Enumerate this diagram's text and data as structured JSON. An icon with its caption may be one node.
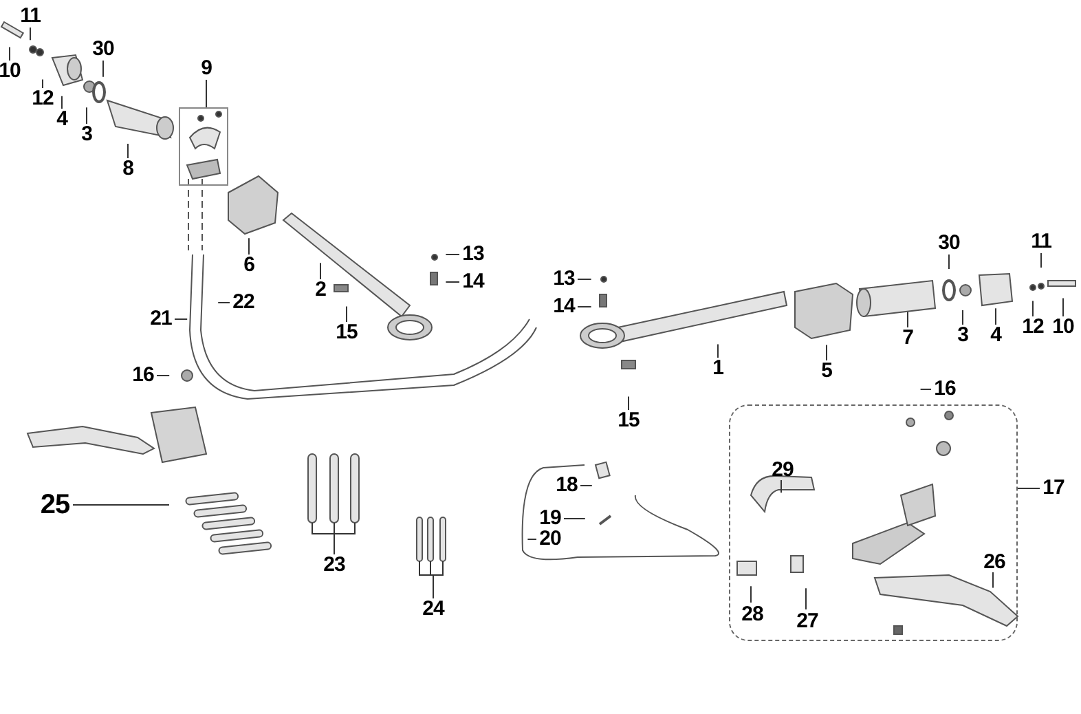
{
  "diagram": {
    "nodes": [
      {
        "text": [
          "11"
        ]
      },
      {
        "text": [
          "10"
        ]
      },
      {
        "text": [
          "30"
        ]
      },
      {
        "text": [
          "9"
        ]
      },
      {
        "text": [],
        "shape": "box"
      },
      {
        "text": [
          "12"
        ]
      },
      {
        "text": [
          "4"
        ]
      },
      {
        "text": [
          "3"
        ]
      },
      {
        "text": [
          "8"
        ]
      },
      {
        "text": [
          "30"
        ]
      },
      {
        "text": [
          "11"
        ]
      },
      {
        "text": [
          "13"
        ]
      },
      {
        "text": [
          "6"
        ]
      },
      {
        "text": [
          "13"
        ]
      },
      {
        "text": [
          "14"
        ]
      },
      {
        "text": [
          "2"
        ]
      },
      {
        "text": [
          "22"
        ]
      },
      {
        "text": [
          "14"
        ]
      },
      {
        "text": [
          "21"
        ]
      },
      {
        "text": [
          "12"
        ]
      },
      {
        "text": [
          "10"
        ]
      },
      {
        "text": [
          "15"
        ]
      },
      {
        "text": [
          "3"
        ]
      },
      {
        "text": [
          "4"
        ]
      },
      {
        "text": [
          "7"
        ]
      },
      {
        "text": [
          "1"
        ]
      },
      {
        "text": [
          "5"
        ]
      },
      {
        "text": [
          "16"
        ]
      },
      {
        "text": [
          "16"
        ]
      },
      {
        "text": [],
        "shape": "box"
      },
      {
        "text": [
          "15"
        ]
      },
      {
        "text": [
          "29"
        ],
        "in": 29
      },
      {
        "text": [
          "17"
        ]
      },
      {
        "text": [
          "18"
        ]
      },
      {
        "text": [
          "25"
        ]
      },
      {
        "text": [
          "19"
        ]
      },
      {
        "text": [
          "20"
        ]
      },
      {
        "text": [
          "23"
        ]
      },
      {
        "text": [
          "26"
        ],
        "in": 29
      },
      {
        "text": [
          "24"
        ]
      },
      {
        "text": [
          "28"
        ],
        "in": 29
      },
      {
        "text": [
          "27"
        ],
        "in": 29
      }
    ],
    "edges": [
      {
        "from": 0,
        "to": null,
        "arrow": "none"
      },
      {
        "from": 1,
        "to": null,
        "arrow": "none"
      },
      {
        "from": 2,
        "to": null,
        "arrow": "none"
      },
      {
        "from": 3,
        "to": 4,
        "arrow": "none"
      },
      {
        "from": 5,
        "to": null,
        "arrow": "none"
      },
      {
        "from": 6,
        "to": null,
        "arrow": "none"
      },
      {
        "from": 7,
        "to": null,
        "arrow": "none"
      },
      {
        "from": 8,
        "to": null,
        "arrow": "none"
      },
      {
        "from": 9,
        "to": null,
        "arrow": "none"
      },
      {
        "from": 10,
        "to": null,
        "arrow": "none"
      },
      {
        "from": 11,
        "to": null,
        "arrow": "none"
      },
      {
        "from": 12,
        "to": null,
        "arrow": "none"
      },
      {
        "from": 13,
        "to": null,
        "arrow": "none"
      },
      {
        "from": 14,
        "to": null,
        "arrow": "none"
      },
      {
        "from": 15,
        "to": null,
        "arrow": "none"
      },
      {
        "from": 16,
        "to": null,
        "arrow": "none"
      },
      {
        "from": 17,
        "to": null,
        "arrow": "none"
      },
      {
        "from": 18,
        "to": null,
        "arrow": "none"
      },
      {
        "from": 19,
        "to": null,
        "arrow": "none"
      },
      {
        "from": 20,
        "to": null,
        "arrow": "none"
      },
      {
        "from": 21,
        "to": null,
        "arrow": "none"
      },
      {
        "from": 22,
        "to": null,
        "arrow": "none"
      },
      {
        "from": 23,
        "to": null,
        "arrow": "none"
      },
      {
        "from": 24,
        "to": null,
        "arrow": "none"
      },
      {
        "from": 25,
        "to": null,
        "arrow": "none"
      },
      {
        "from": 26,
        "to": null,
        "arrow": "none"
      },
      {
        "from": 27,
        "to": null,
        "arrow": "none"
      },
      {
        "from": 28,
        "to": null,
        "arrow": "none"
      },
      {
        "from": 30,
        "to": null,
        "arrow": "none"
      },
      {
        "from": 31,
        "to": null,
        "arrow": "none"
      },
      {
        "from": 32,
        "to": 29,
        "arrow": "none"
      },
      {
        "from": 33,
        "to": null,
        "arrow": "none"
      },
      {
        "from": 34,
        "to": null,
        "arrow": "none"
      },
      {
        "from": 35,
        "to": null,
        "arrow": "none"
      },
      {
        "from": 36,
        "to": null,
        "arrow": "none"
      },
      {
        "from": 37,
        "to": null,
        "arrow": "none"
      },
      {
        "from": 38,
        "to": null,
        "arrow": "none"
      },
      {
        "from": 39,
        "to": null,
        "arrow": "none"
      },
      {
        "from": 40,
        "to": null,
        "arrow": "none"
      },
      {
        "from": 41,
        "to": null,
        "arrow": "none"
      }
    ]
  }
}
